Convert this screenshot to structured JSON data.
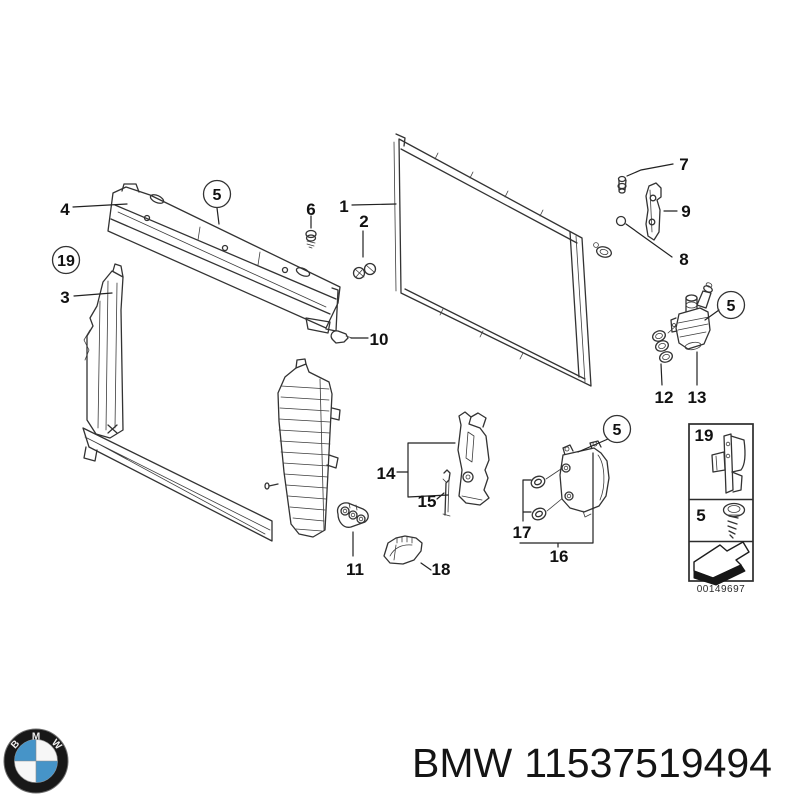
{
  "colors": {
    "line": "#333333",
    "text": "#111111",
    "logo_blue": "#4694c8",
    "logo_ring": "#181818"
  },
  "callouts": {
    "n1": "1",
    "n2": "2",
    "n3": "3",
    "n4": "4",
    "n5": "5",
    "n6": "6",
    "n7": "7",
    "n8": "8",
    "n9": "9",
    "n10": "10",
    "n11": "11",
    "n12": "12",
    "n13": "13",
    "n14": "14",
    "n15": "15",
    "n16": "16",
    "n17": "17",
    "n18": "18",
    "n19": "19"
  },
  "legend": {
    "row1_label": "19",
    "row2_label": "5",
    "code": "00149697"
  },
  "footer": {
    "brand": "BMW",
    "part_number": "11537519494"
  },
  "logo": {
    "letter_b": "B",
    "letter_m": "M",
    "letter_w": "W"
  }
}
